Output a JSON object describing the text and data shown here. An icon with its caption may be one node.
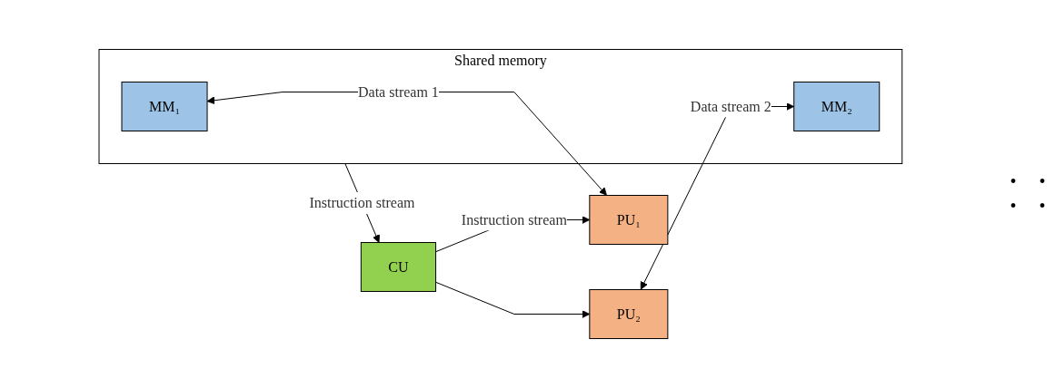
{
  "diagram": {
    "nodes": [
      {
        "text": [
          "Shared memory"
        ]
      },
      {
        "text": [
          "MM₁"
        ],
        "in": 0
      },
      {
        "text": [
          "MM₂"
        ],
        "in": 0
      },
      {
        "text": [
          "PU₁"
        ]
      },
      {
        "text": [
          "PU₂"
        ]
      },
      {
        "text": [
          "CU"
        ]
      }
    ],
    "edges": [
      {
        "from": 5,
        "to": 3,
        "arrow": "to",
        "label": "Instruction stream"
      },
      {
        "from": 5,
        "to": 4,
        "arrow": "to"
      },
      {
        "from": 3,
        "to": 1,
        "arrow": "both",
        "label": "Data stream 1"
      },
      {
        "from": 4,
        "to": 2,
        "arrow": "both",
        "label": "Data stream 2"
      },
      {
        "from": 0,
        "to": 5,
        "arrow": "to",
        "label": "Instruction stream"
      }
    ],
    "labels": [
      "•",
      "•",
      "•",
      "•"
    ]
  }
}
